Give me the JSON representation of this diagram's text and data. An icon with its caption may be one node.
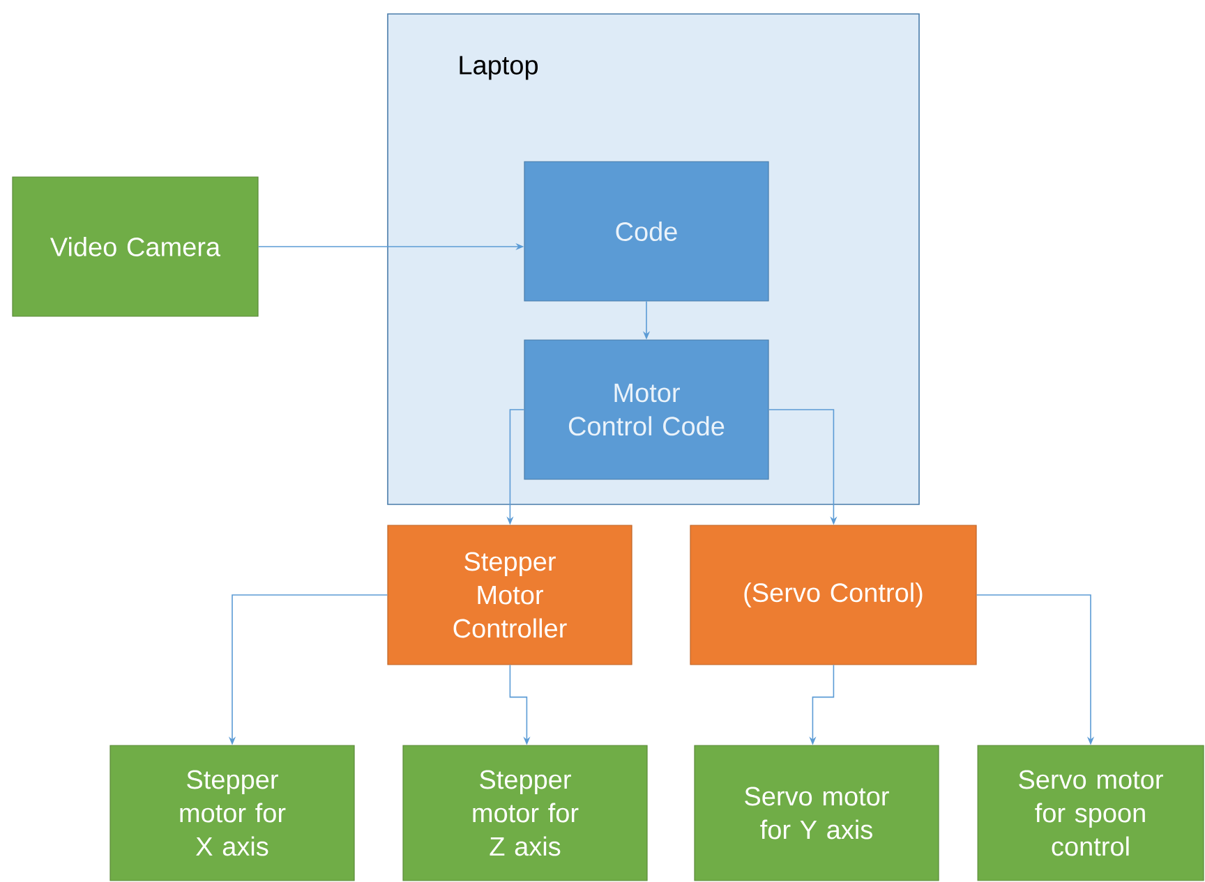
{
  "diagram": {
    "nodes": [
      {
        "text": [
          "Laptop"
        ]
      },
      {
        "text": [
          "Video Camera"
        ]
      },
      {
        "text": [
          "Code"
        ],
        "in": 0
      },
      {
        "text": [
          "Motor Control Code"
        ],
        "in": 0
      },
      {
        "text": [
          "Stepper Motor Controller"
        ]
      },
      {
        "text": [
          "(Servo Control)"
        ]
      },
      {
        "text": [
          "Stepper motor for X axis"
        ]
      },
      {
        "text": [
          "Stepper motor for Z axis"
        ]
      },
      {
        "text": [
          "Servo motor for Y axis"
        ]
      },
      {
        "text": [
          "Servo motor for spoon control"
        ]
      }
    ],
    "edges": [
      {
        "from": 1,
        "to": 2,
        "arrow": "to"
      },
      {
        "from": 2,
        "to": 3,
        "arrow": "to"
      },
      {
        "from": 3,
        "to": 4,
        "arrow": "to"
      },
      {
        "from": 3,
        "to": 5,
        "arrow": "to"
      },
      {
        "from": 4,
        "to": 6,
        "arrow": "to"
      },
      {
        "from": 4,
        "to": 7,
        "arrow": "to"
      },
      {
        "from": 5,
        "to": 8,
        "arrow": "to"
      },
      {
        "from": 5,
        "to": 9,
        "arrow": "to"
      }
    ]
  }
}
